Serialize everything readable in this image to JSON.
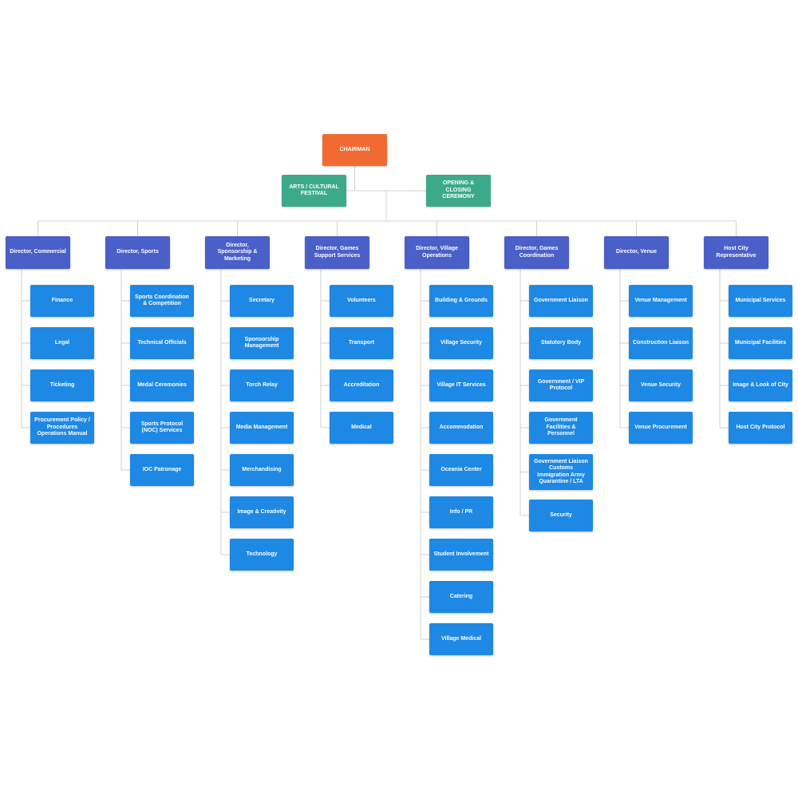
{
  "colors": {
    "root": "#f26a33",
    "side": "#3caa88",
    "director": "#4a5fc8",
    "item": "#1e88e5",
    "connector": "#d0d0d0"
  },
  "root": {
    "label": "CHAIRMAN"
  },
  "side_units": [
    {
      "label": "ARTS / CULTURAL\nFESTIVAL"
    },
    {
      "label": "OPENING &\nCLOSING\nCEREMONY"
    }
  ],
  "directors": [
    {
      "label": "Director, Commercial",
      "items": [
        "Finance",
        "Legal",
        "Ticketing",
        "Procurement Policy /\nProcedures\nOperations Manual"
      ]
    },
    {
      "label": "Director, Sports",
      "items": [
        "Sports Coordination\n& Competition",
        "Technical Officials",
        "Medal Ceremonies",
        "Sports Protocol\n(NOC) Services",
        "IOC Patronage"
      ]
    },
    {
      "label": "Director,\nSponsorship &\nMarketing",
      "items": [
        "Secretary",
        "Sponsorship\nManagement",
        "Torch Relay",
        "Media Management",
        "Merchandising",
        "Image & Creativity",
        "Technology"
      ]
    },
    {
      "label": "Director, Games\nSupport Services",
      "items": [
        "Volunteers",
        "Transport",
        "Accreditation",
        "Medical"
      ]
    },
    {
      "label": "Director, Village\nOperations",
      "items": [
        "Building & Grounds",
        "Village Security",
        "Village IT Services",
        "Accommodation",
        "Oceania Center",
        "Info / PR",
        "Student Involvement",
        "Catering",
        "Village Medical"
      ]
    },
    {
      "label": "Director, Games\nCoordination",
      "items": [
        "Government Liaison",
        "Statutory Body",
        "Government / VIP\nProtocol",
        "Government\nFacilities &\nPersonnel",
        "Government Liaison\nCustoms\nImmigration Army\nQuarantine / LTA",
        "Security"
      ]
    },
    {
      "label": "Director, Venue",
      "items": [
        "Venue Management",
        "Construction Liaison",
        "Venue Security",
        "Venue Procurement"
      ]
    },
    {
      "label": "Host City\nRepresentative",
      "items": [
        "Municipal Services",
        "Municipal Facilities",
        "Image & Look of City",
        "Host City Protocol"
      ]
    }
  ]
}
